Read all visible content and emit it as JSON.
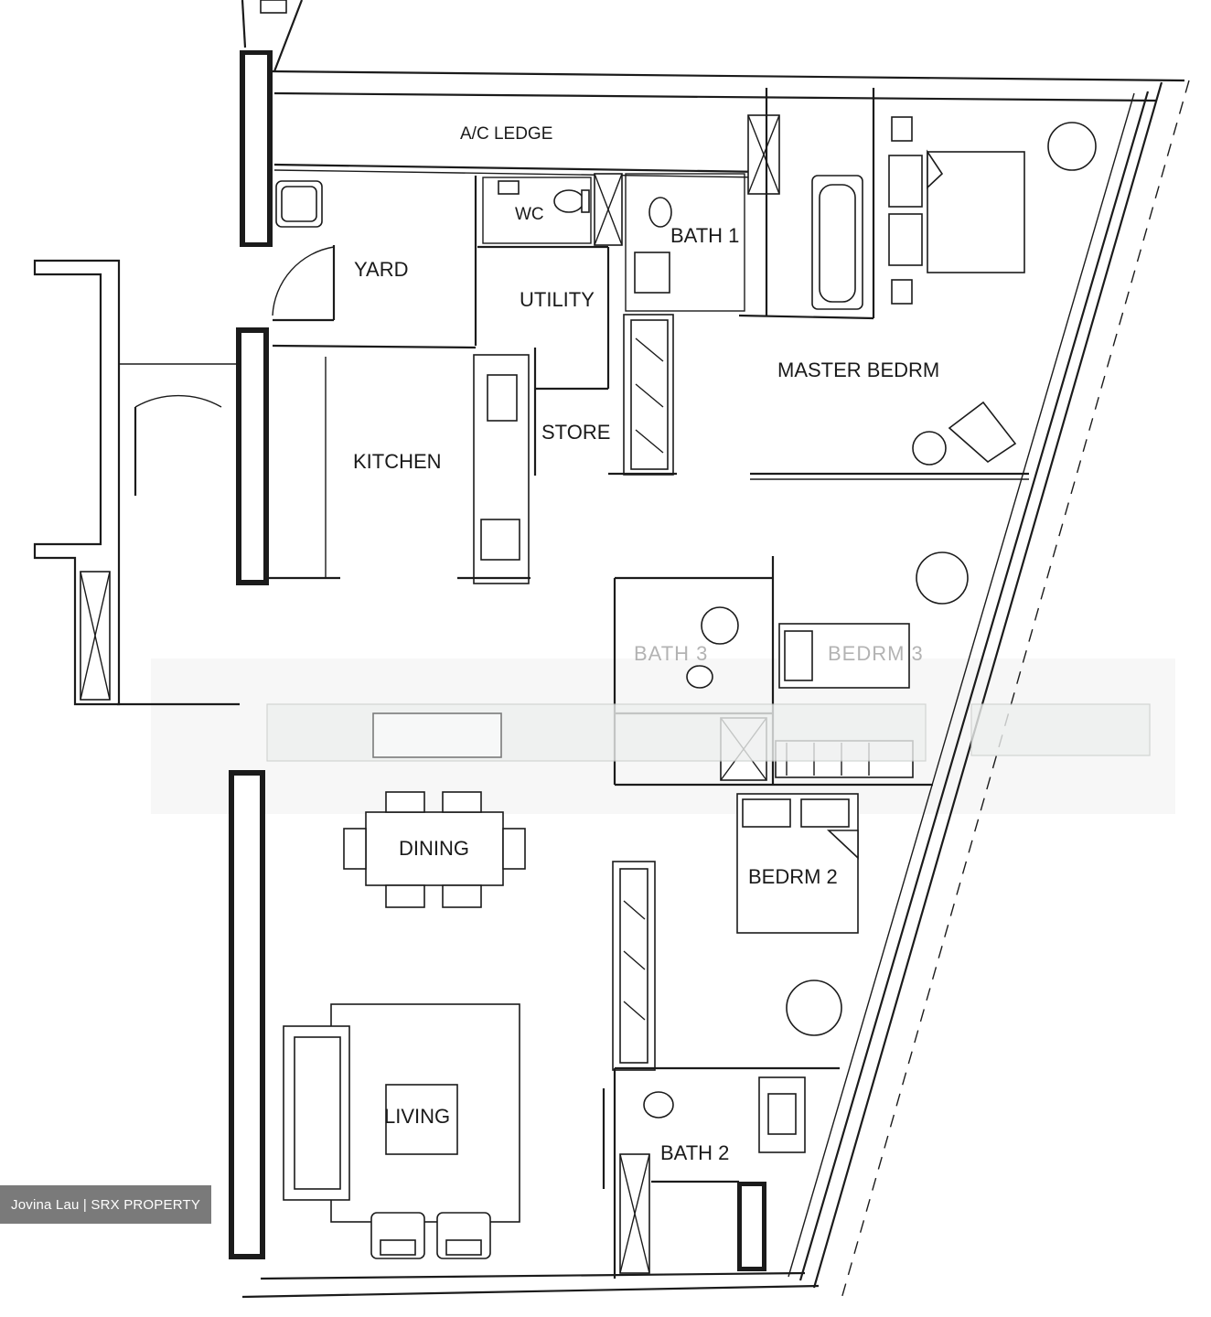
{
  "rooms": {
    "ac_ledge": "A/C LEDGE",
    "yard": "YARD",
    "wc": "WC",
    "utility": "UTILITY",
    "bath1": "BATH 1",
    "master_bedroom": "MASTER BEDRM",
    "store": "STORE",
    "kitchen": "KITCHEN",
    "dining": "DINING",
    "bedroom2": "BEDRM 2",
    "living": "LIVING",
    "bath2": "BATH 2"
  },
  "watermark": "Jovina Lau | SRX PROPERTY",
  "colors": {
    "line": "#1b1b1b",
    "background": "#ffffff",
    "watermark_bg": "#7a7a7a"
  }
}
